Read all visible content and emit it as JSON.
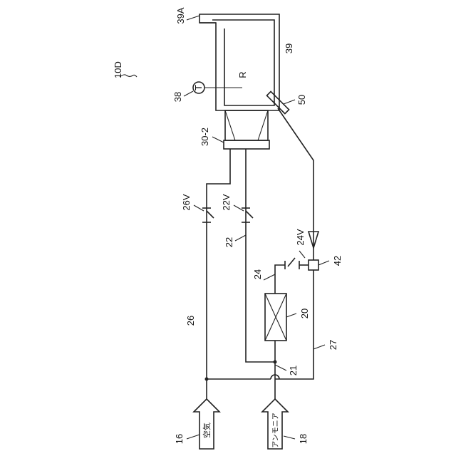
{
  "figure_id": "10D",
  "labels": {
    "n39A": "39A",
    "n39": "39",
    "nR": "R",
    "nT": "T",
    "n38": "38",
    "n50": "50",
    "n30_2": "30-2",
    "n26V": "26V",
    "n22V": "22V",
    "n24V": "24V",
    "n22": "22",
    "n24": "24",
    "n42": "42",
    "n20": "20",
    "n26": "26",
    "n27": "27",
    "n21": "21",
    "n16": "16",
    "n18": "18"
  },
  "inputs": {
    "air": "空気",
    "ammonia": "アンモニア"
  }
}
